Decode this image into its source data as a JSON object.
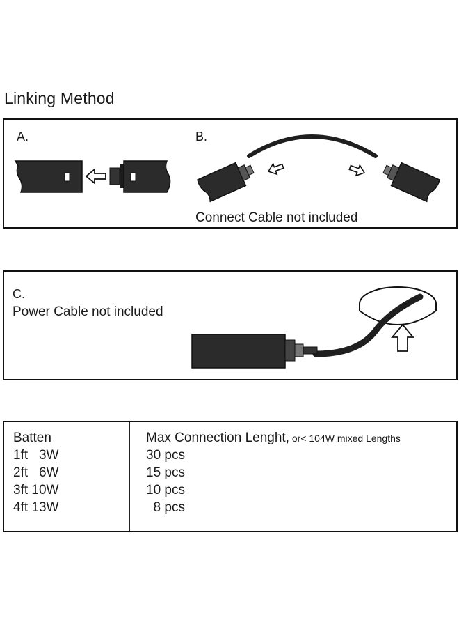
{
  "title": "Linking Method",
  "panel_ab": {
    "label_a": "A.",
    "label_b": "B.",
    "caption": "Connect Cable not included"
  },
  "panel_c": {
    "label_c": "C.",
    "caption": "Power Cable not included"
  },
  "table": {
    "col1_header": "Batten",
    "col2_header": "Max Connection Lenght,",
    "col2_header_note": " or< 104W mixed Lengths",
    "rows": [
      {
        "batten": "1ft   3W",
        "max": "30 pcs"
      },
      {
        "batten": "2ft   6W",
        "max": "15 pcs"
      },
      {
        "batten": "3ft 10W",
        "max": "10 pcs"
      },
      {
        "batten": "4ft 13W",
        "max": "  8 pcs"
      }
    ]
  }
}
